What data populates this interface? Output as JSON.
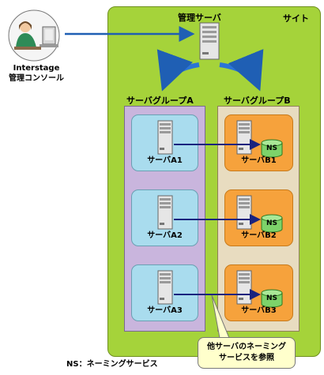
{
  "site": {
    "label": "サイト"
  },
  "admin_server": {
    "label": "管理サーバ"
  },
  "console": {
    "line1": "Interstage",
    "line2": "管理コンソール"
  },
  "groups": [
    {
      "label": "サーバグループA",
      "servers": [
        "サーバA1",
        "サーバA2",
        "サーバA3"
      ]
    },
    {
      "label": "サーバグループB",
      "servers": [
        "サーバB1",
        "サーバB2",
        "サーバB3"
      ],
      "db_label": "NS"
    }
  ],
  "note": {
    "line1": "他サーバのネーミング",
    "line2": "サービスを参照"
  },
  "legend": {
    "text": "NS：ネーミングサービス"
  },
  "colors": {
    "site": "#a5d33a",
    "group_a": "#c9b5dd",
    "group_b": "#e8dcc0",
    "card_a": "#a9dcee",
    "card_b": "#f6a23c",
    "arrow": "#1f5fb4",
    "link": "#1a237e"
  }
}
